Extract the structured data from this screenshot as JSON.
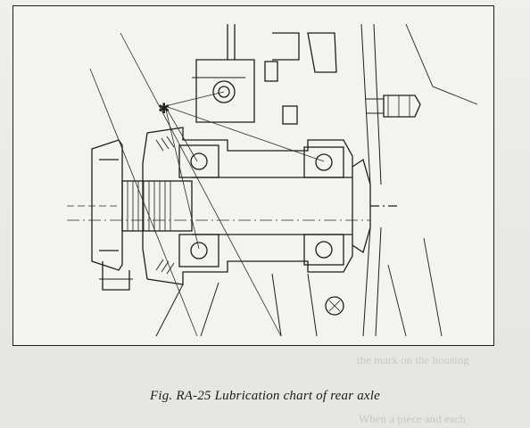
{
  "figure": {
    "caption": "Fig. RA-25  Lubrication chart of rear axle",
    "lubrication_marker": "✱"
  },
  "background_text": {
    "line1": "the mark on the housing",
    "line2": "When a       piece          and    each"
  }
}
